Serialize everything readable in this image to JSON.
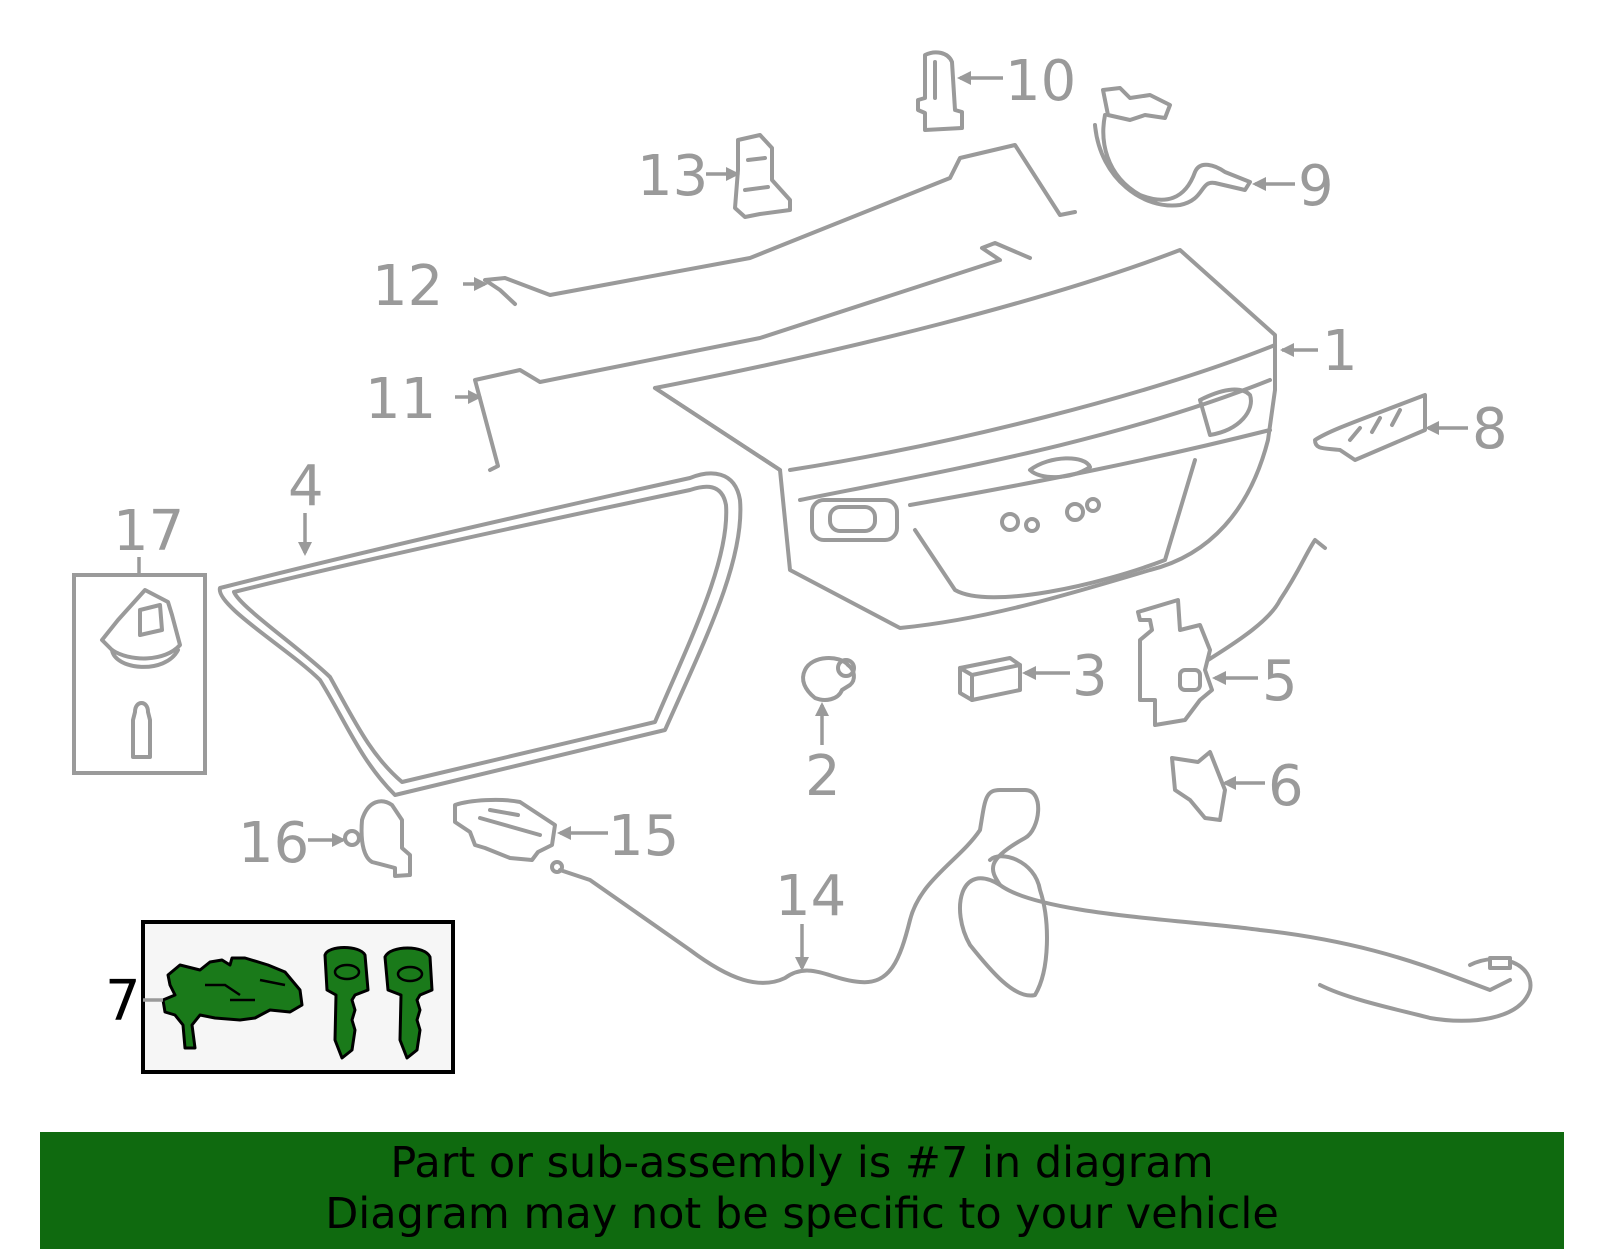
{
  "callouts": {
    "c1": "1",
    "c2": "2",
    "c3": "3",
    "c4": "4",
    "c5": "5",
    "c6": "6",
    "c7": "7",
    "c8": "8",
    "c9": "9",
    "c10": "10",
    "c11": "11",
    "c12": "12",
    "c13": "13",
    "c14": "14",
    "c15": "15",
    "c16": "16",
    "c17": "17"
  },
  "highlighted_part": "7",
  "banner": {
    "line1": "Part or sub-assembly is #7 in diagram",
    "line2": "Diagram may not be specific to your vehicle"
  },
  "colors": {
    "banner_bg": "#0f6a0f",
    "highlight": "#1a7a1a",
    "part_stroke": "#9a9a9a"
  }
}
